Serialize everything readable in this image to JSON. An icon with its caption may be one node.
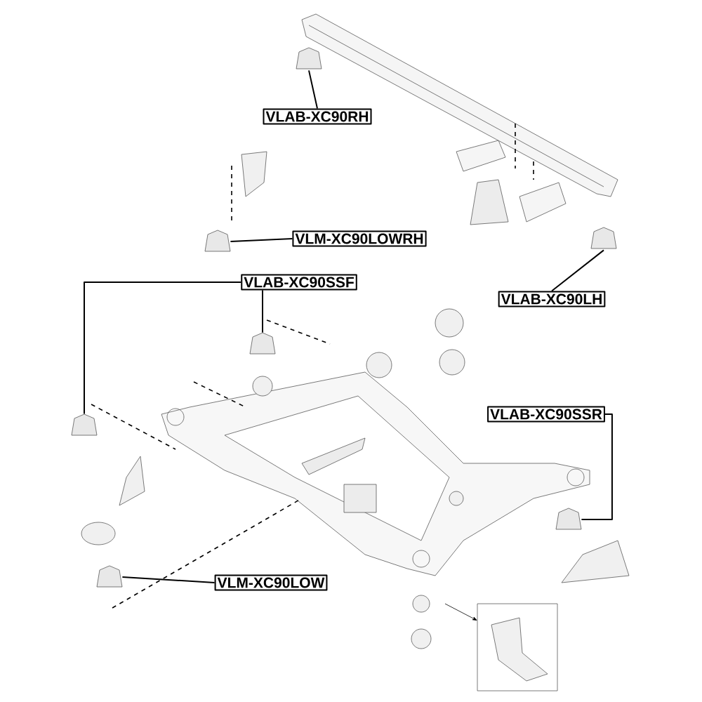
{
  "diagram": {
    "nodes": [
      {
        "text": [
          "VLAB-XC90RH"
        ]
      },
      {
        "text": [
          "VLM-XC90LOWRH"
        ]
      },
      {
        "text": [
          "VLAB-XC90SSF"
        ]
      },
      {
        "text": [
          "VLAB-XC90LH"
        ]
      },
      {
        "text": [
          "VLAB-XC90SSR"
        ]
      },
      {
        "text": [
          "VLM-XC90LOW"
        ]
      },
      {
        "text": [],
        "shape": "picture"
      },
      {
        "text": [],
        "shape": "picture"
      },
      {
        "text": [],
        "shape": "picture"
      },
      {
        "text": [],
        "shape": "picture"
      },
      {
        "text": [],
        "shape": "picture"
      },
      {
        "text": [],
        "shape": "picture"
      },
      {
        "text": [],
        "shape": "picture"
      }
    ],
    "edges": [
      {
        "from": 0,
        "to": 6,
        "arrow": "none"
      },
      {
        "from": 1,
        "to": 7,
        "arrow": "none"
      },
      {
        "from": 2,
        "to": 8,
        "arrow": "none"
      },
      {
        "from": 2,
        "to": 9,
        "arrow": "none"
      },
      {
        "from": 3,
        "to": 10,
        "arrow": "none"
      },
      {
        "from": 4,
        "to": 11,
        "arrow": "none"
      },
      {
        "from": 5,
        "to": 12,
        "arrow": "none"
      }
    ]
  }
}
